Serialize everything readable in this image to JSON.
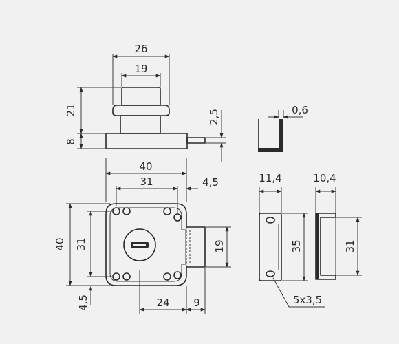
{
  "colors": {
    "background": "#f1f1f1",
    "line": "#2b2b2b"
  },
  "dimensions": {
    "top_width_26": "26",
    "top_width_19": "19",
    "top_height_21": "21",
    "top_height_8": "8",
    "top_pin_2_5": "2,5",
    "bracket_0_6": "0,6",
    "front_width_40": "40",
    "front_width_31": "31",
    "front_offset_4_5": "4,5",
    "front_height_40": "40",
    "front_height_31": "31",
    "bolt_height_19": "19",
    "bottom_4_5": "4,5",
    "bottom_24": "24",
    "bottom_9": "9",
    "plate_width_11_4": "11,4",
    "plate_height_35": "35",
    "screws_5x3_5": "5x3,5",
    "side_width_10_4": "10,4",
    "side_height_31": "31"
  }
}
